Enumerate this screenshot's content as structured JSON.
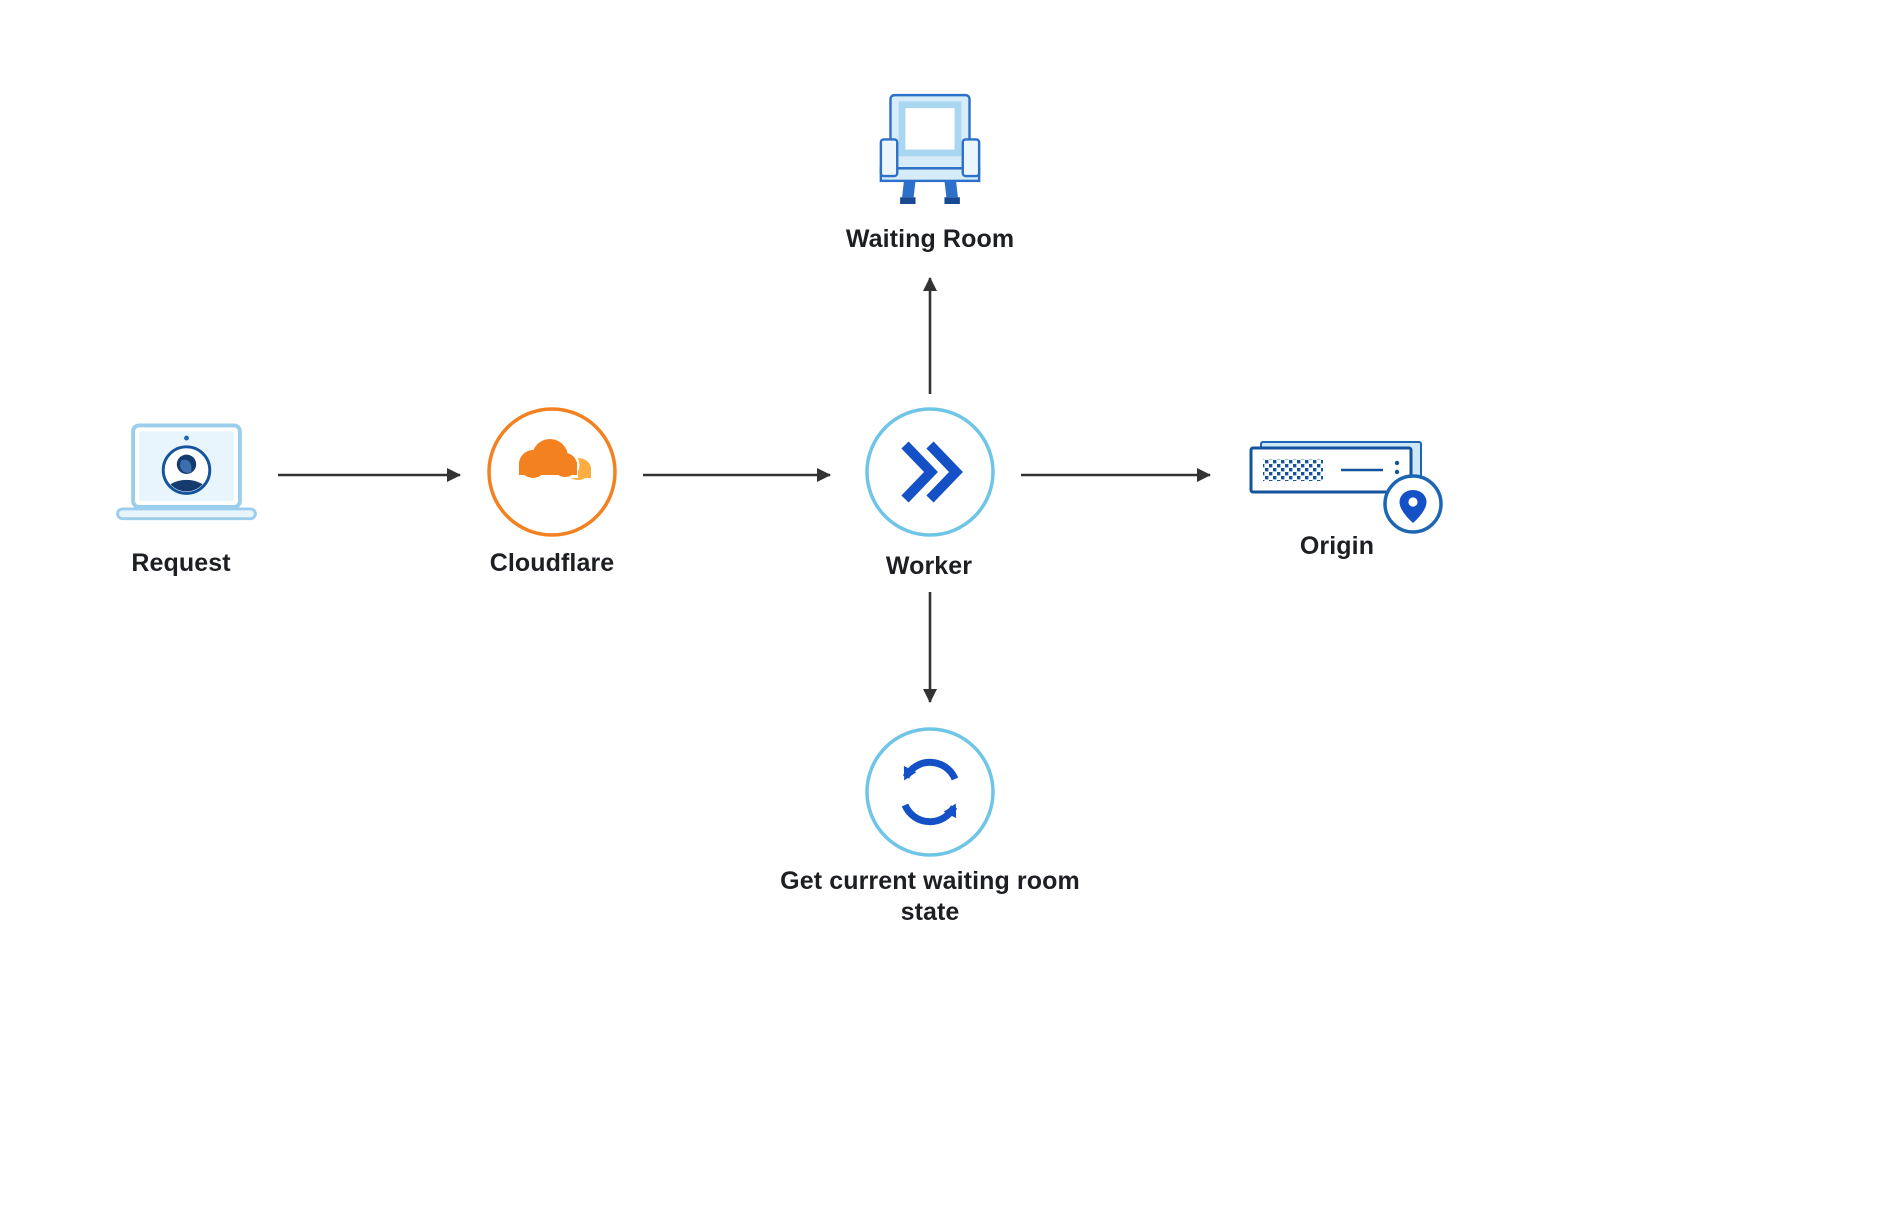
{
  "diagram": {
    "nodes": {
      "request": {
        "label": "Request"
      },
      "cloudflare": {
        "label": "Cloudflare"
      },
      "worker": {
        "label": "Worker"
      },
      "waiting_room": {
        "label": "Waiting Room"
      },
      "origin": {
        "label": "Origin"
      },
      "waiting_state": {
        "label": "Get current waiting room state"
      }
    },
    "edges": [
      {
        "from": "request",
        "to": "cloudflare"
      },
      {
        "from": "cloudflare",
        "to": "worker"
      },
      {
        "from": "worker",
        "to": "origin"
      },
      {
        "from": "worker",
        "to": "waiting_room"
      },
      {
        "from": "worker",
        "to": "waiting_state"
      }
    ],
    "colors": {
      "cloudflare_orange": "#F48120",
      "cloudflare_light_orange": "#FBAD41",
      "icon_blue": "#1450C6",
      "icon_dark_blue": "#14549E",
      "circle_teal": "#6FC5E6",
      "light_blue_fill": "#D7ECF9",
      "arrow": "#333333",
      "label_text": "#1D1F23",
      "background": "#FFFFFF"
    }
  }
}
